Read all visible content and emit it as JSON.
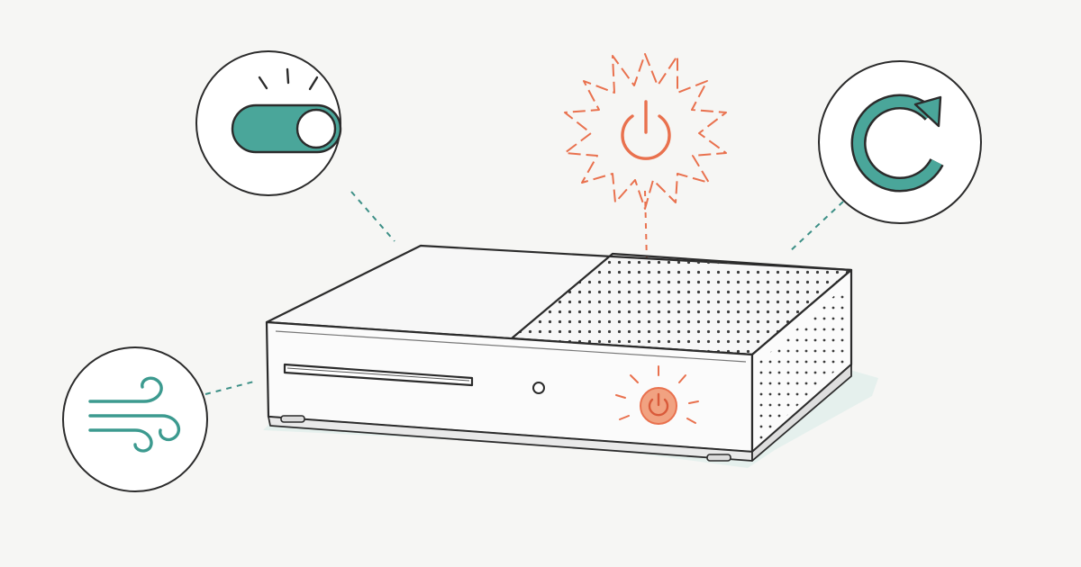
{
  "image": {
    "subject": "game console",
    "callouts": [
      {
        "id": "power-toggle",
        "icon": "toggle-switch-on-icon"
      },
      {
        "id": "power-button-press",
        "icon": "power-burst-icon"
      },
      {
        "id": "restart",
        "icon": "restart-arrow-icon"
      },
      {
        "id": "airflow",
        "icon": "wind-icon"
      }
    ]
  },
  "colors": {
    "background": "#f6f6f4",
    "ink": "#2b2b2b",
    "teal": "#4aa69a",
    "orange": "#e9714e",
    "power_button_fill": "#f1a281",
    "shadow": "#e3efec",
    "vent_dots": "#3a3a3a"
  }
}
